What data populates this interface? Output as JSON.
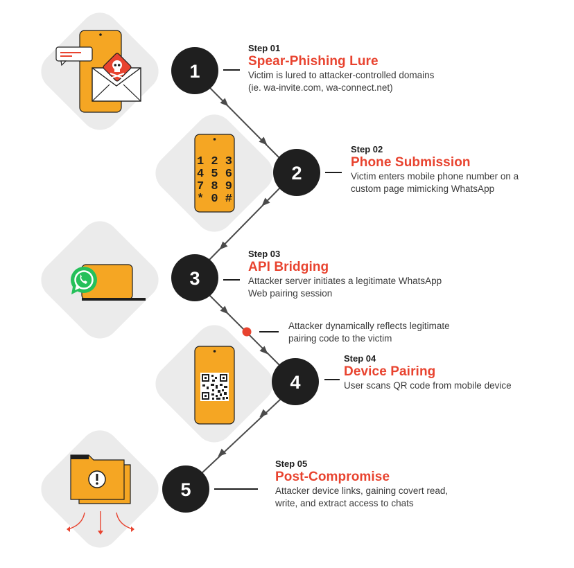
{
  "steps": [
    {
      "number": "1",
      "label": "Step 01",
      "title": "Spear-Phishing Lure",
      "desc_lines": [
        "Victim is lured to attacker-controlled domains",
        "(ie. wa-invite.com, wa-connect.net)"
      ]
    },
    {
      "number": "2",
      "label": "Step 02",
      "title": "Phone Submission",
      "desc_lines": [
        "Victim enters mobile phone number on a",
        "custom page mimicking WhatsApp"
      ]
    },
    {
      "number": "3",
      "label": "Step 03",
      "title": "API Bridging",
      "desc_lines": [
        "Attacker server initiates a legitimate WhatsApp",
        "Web pairing session"
      ]
    },
    {
      "number": "4",
      "label": "Step 04",
      "title": "Device Pairing",
      "desc_lines": [
        "User scans QR code from mobile device"
      ]
    },
    {
      "number": "5",
      "label": "Step 05",
      "title": "Post-Compromise",
      "desc_lines": [
        "Attacker device links, gaining covert read,",
        "write, and extract access to chats"
      ]
    }
  ],
  "note": {
    "lines": [
      "Attacker dynamically reflects legitimate",
      "pairing code to the victim"
    ]
  },
  "keypad_rows": [
    "1 2 3",
    "4 5 6",
    "7 8 9",
    "* 0 #"
  ],
  "icons": [
    "phishing-email-icon",
    "skull-warning-icon",
    "keypad-phone-icon",
    "whatsapp-laptop-icon",
    "qr-phone-icon",
    "folder-alert-icon"
  ],
  "colors": {
    "accent": "#e8432f",
    "circle": "#1f1f1f",
    "phone": "#f5a623",
    "tile": "#ebebeb",
    "connector": "#4a4a4a"
  }
}
